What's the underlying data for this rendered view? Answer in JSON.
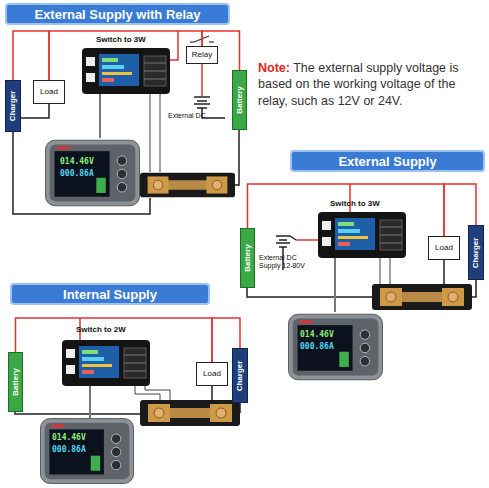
{
  "diagram": {
    "nodes": [
      {
        "text": [
          "External Supply with Relay"
        ]
      },
      {
        "text": [
          "Charger"
        ]
      },
      {
        "text": [
          "Load"
        ]
      },
      {
        "text": [
          "Relay"
        ]
      },
      {
        "text": [
          "Battery"
        ]
      },
      {
        "text": [
          "External Supply"
        ]
      },
      {
        "text": [
          "Battery"
        ]
      },
      {
        "text": [
          "Load"
        ]
      },
      {
        "text": [
          "Charger"
        ]
      },
      {
        "text": [
          "Internal Supply"
        ]
      },
      {
        "text": [
          "Battery"
        ]
      },
      {
        "text": [
          "Load"
        ]
      },
      {
        "text": [
          "Charger"
        ]
      }
    ],
    "edges": [
      {
        "from": 1,
        "to": 2,
        "arrow": "none"
      },
      {
        "from": 2,
        "to": 3,
        "arrow": "none"
      },
      {
        "from": 3,
        "to": 4,
        "arrow": "none"
      },
      {
        "from": 6,
        "to": 7,
        "arrow": "none"
      },
      {
        "from": 7,
        "to": 8,
        "arrow": "none"
      },
      {
        "from": 10,
        "to": 11,
        "arrow": "none"
      },
      {
        "from": 11,
        "to": 12,
        "arrow": "none"
      }
    ],
    "labels": [
      "Note:",
      "The external supply voltage is based on the working voltage of the relay, such as 12V or 24V.",
      "Switch to 3W",
      "External DC",
      "014.46V",
      "000.86A",
      "Switch to 3W",
      "External DC Supply 12-80V",
      "014.46V",
      "000.86A",
      "Switch to 2W",
      "014.46V",
      "000.86A"
    ]
  }
}
